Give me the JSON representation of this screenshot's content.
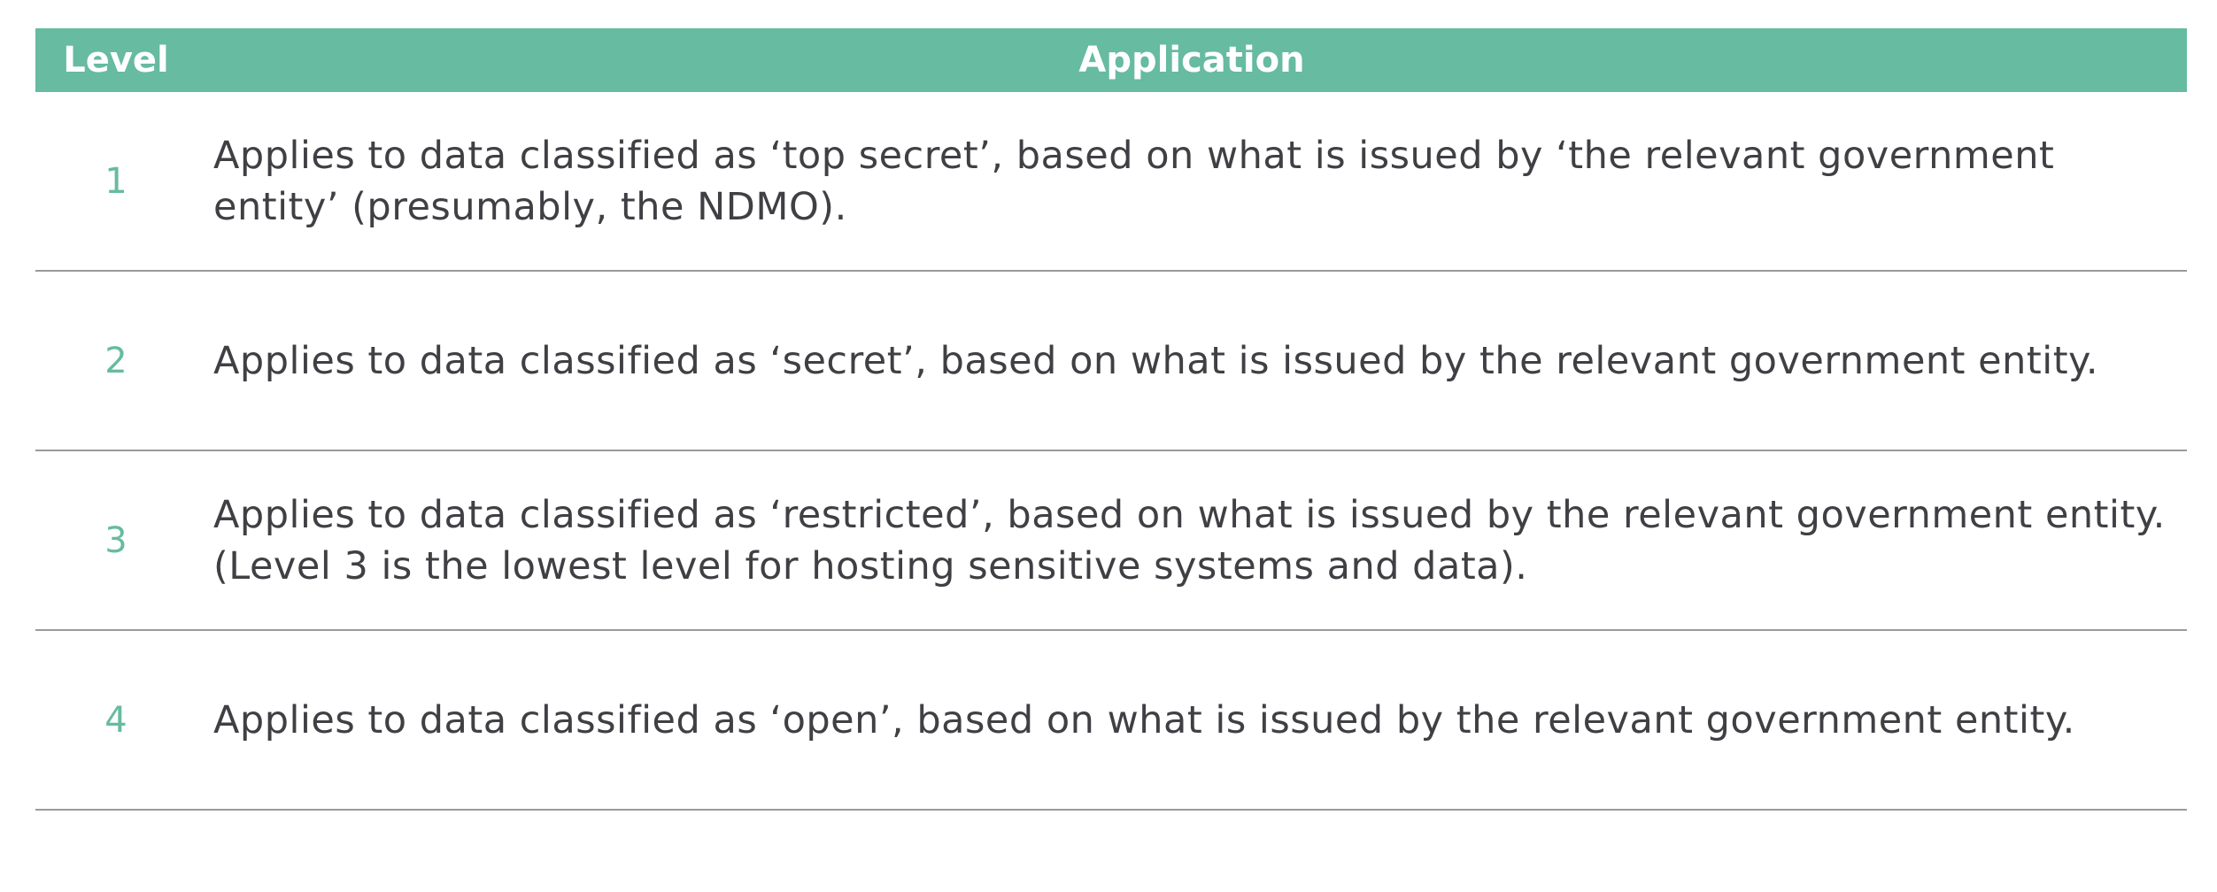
{
  "colors": {
    "accent": "#66bba0",
    "text": "#3f3f44",
    "rule": "#9a9a9a"
  },
  "table": {
    "headers": {
      "level": "Level",
      "application": "Application"
    },
    "rows": [
      {
        "level": "1",
        "application": "Applies to data classified as ‘top secret’, based on what is issued by ‘the relevant government entity’ (presumably, the NDMO)."
      },
      {
        "level": "2",
        "application": "Applies to data classified as ‘secret’, based on what is issued by the relevant government entity."
      },
      {
        "level": "3",
        "application": "Applies to data classified as ‘restricted’, based on what is issued by the relevant government entity. (Level 3 is the lowest level for hosting sensitive systems and data)."
      },
      {
        "level": "4",
        "application": "Applies to data classified as ‘open’, based on what is issued by the relevant government entity."
      }
    ]
  }
}
